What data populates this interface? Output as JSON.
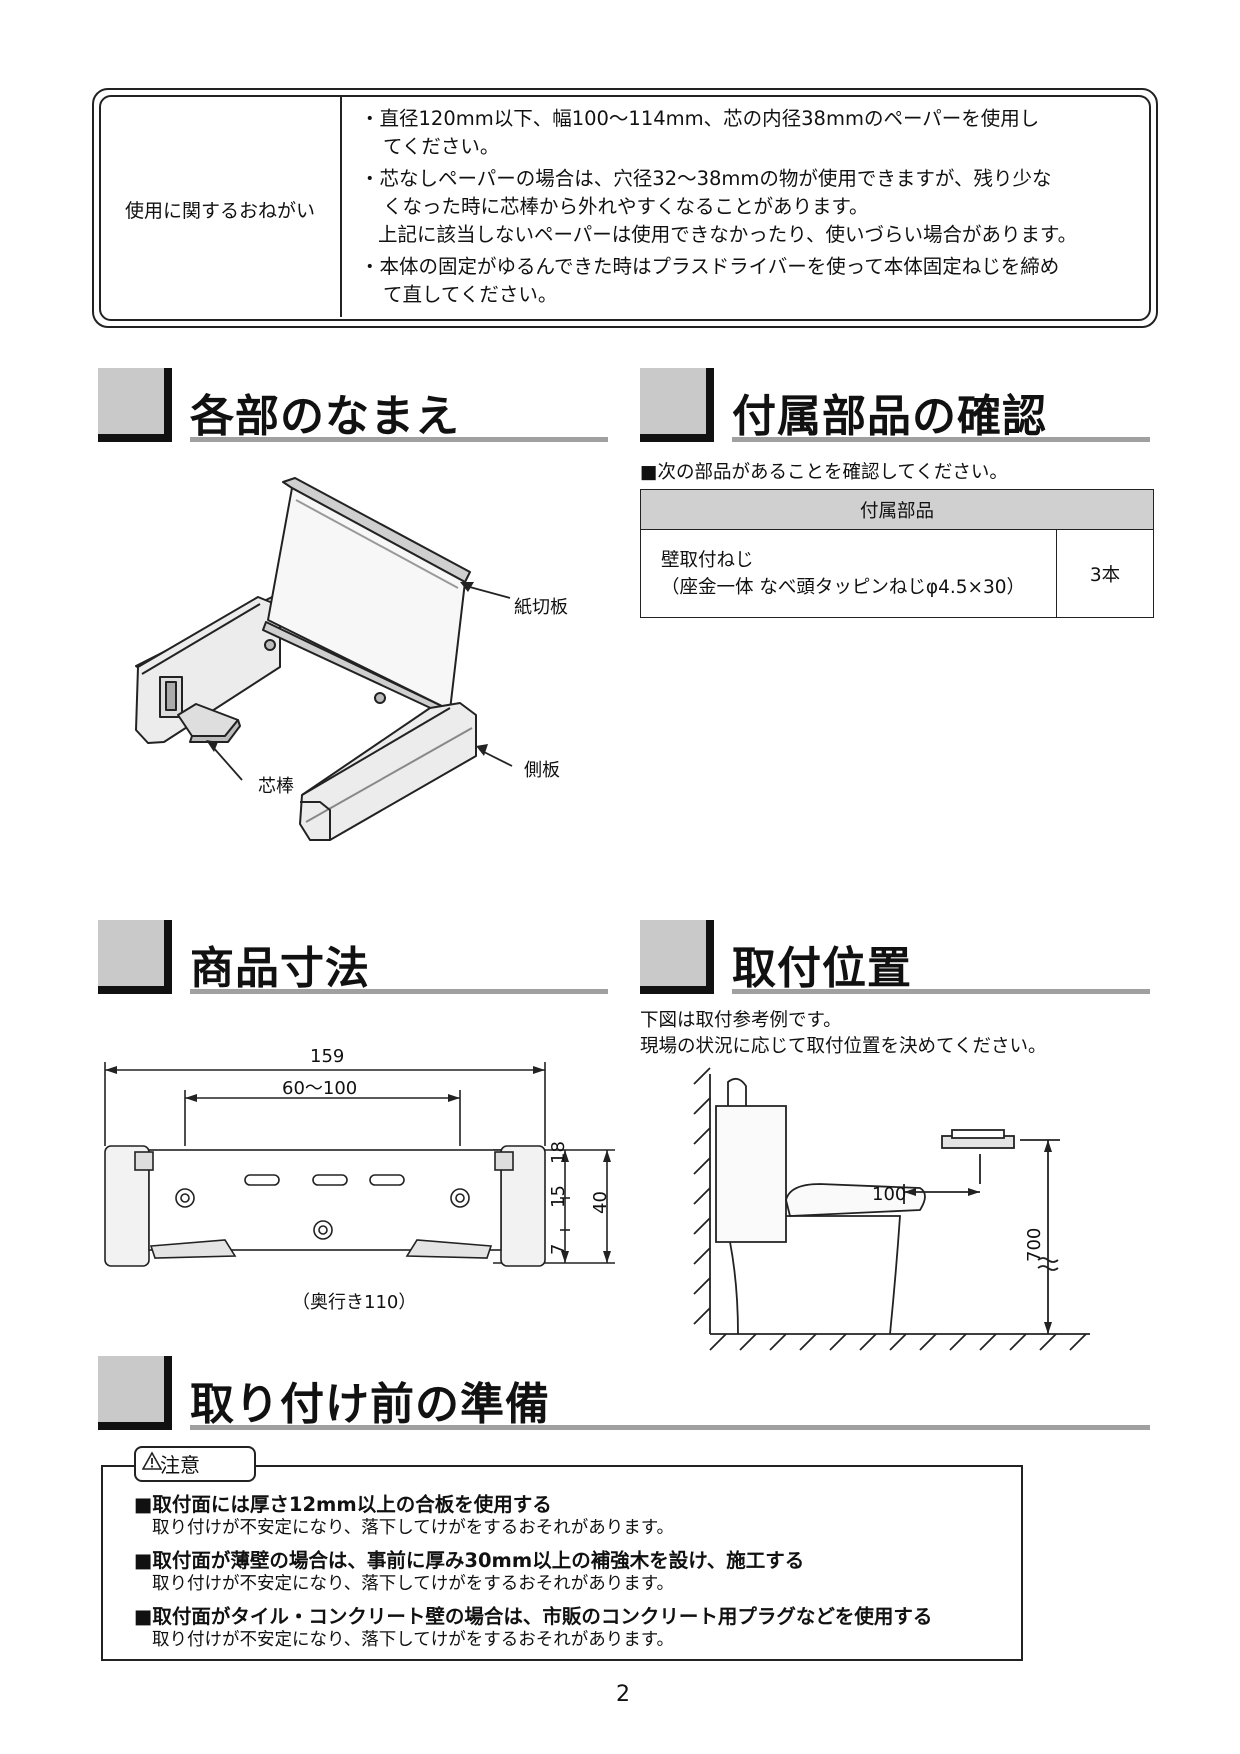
{
  "usage": {
    "label": "使用に関するおねがい",
    "bullets": [
      {
        "line1": "・直径120mm以下、幅100〜114mm、芯の内径38mmのペーパーを使用し",
        "line2": "てください。"
      },
      {
        "line1": "・芯なしペーパーの場合は、穴径32〜38mmの物が使用できますが、残り少な",
        "line2": "くなった時に芯棒から外れやすくなることがあります。",
        "line3": "上記に該当しないペーパーは使用できなかったり、使いづらい場合があります。"
      },
      {
        "line1": "・本体の固定がゆるんできた時はプラスドライバーを使って本体固定ねじを締め",
        "line2": "て直してください。"
      }
    ]
  },
  "sections": {
    "names": {
      "title": "各部のなまえ",
      "labels": {
        "paper_cutter": "紙切板",
        "side_plate": "側板",
        "core_rod": "芯棒"
      }
    },
    "accessories": {
      "title": "付属部品の確認",
      "note": "■次の部品があることを確認してください。",
      "table_header": "付属部品",
      "item_line1": "壁取付ねじ",
      "item_line2": "（座金一体 なべ頭タッピンねじφ4.5×30）",
      "quantity": "3本"
    },
    "dimensions": {
      "title": "商品寸法",
      "width_total": "159",
      "width_range": "60〜100",
      "dim_18": "18",
      "dim_15": "15",
      "dim_7": "7",
      "dim_40": "40",
      "depth_note": "（奥行き110）"
    },
    "position": {
      "title": "取付位置",
      "note1": "下図は取付参考例です。",
      "note2": "現場の状況に応じて取付位置を決めてください。",
      "dim_100": "100",
      "dim_700": "700"
    },
    "preparation": {
      "title": "取り付け前の準備",
      "caution_label": "注意",
      "items": [
        {
          "head": "■取付面には厚さ12mm以上の合板を使用する",
          "sub": "取り付けが不安定になり、落下してけがをするおそれがあります。"
        },
        {
          "head": "■取付面が薄壁の場合は、事前に厚み30mm以上の補強木を設け、施工する",
          "sub": "取り付けが不安定になり、落下してけがをするおそれがあります。"
        },
        {
          "head": "■取付面がタイル・コンクリート壁の場合は、市販のコンクリート用プラグなどを使用する",
          "sub": "取り付けが不安定になり、落下してけがをするおそれがあります。"
        }
      ]
    }
  },
  "page_number": "2"
}
